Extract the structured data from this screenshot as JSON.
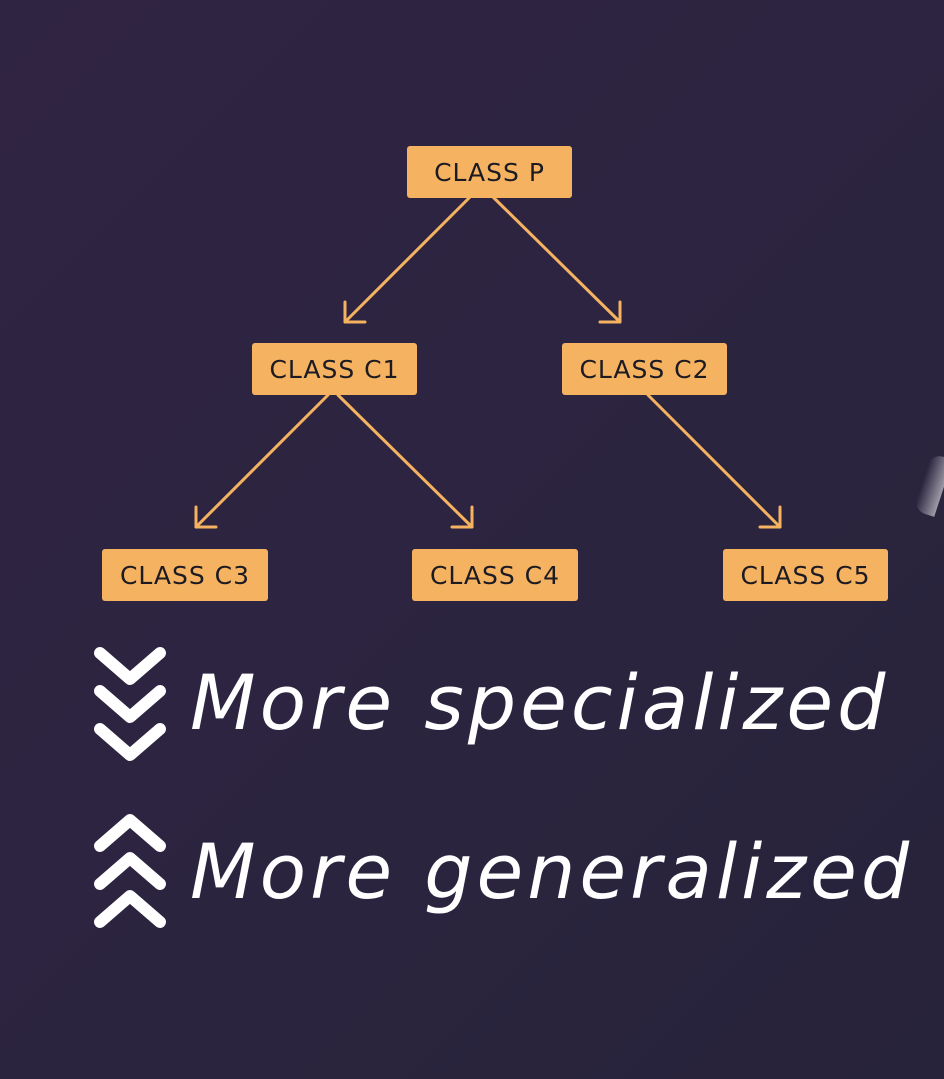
{
  "diagram": {
    "nodes": [
      {
        "id": "p",
        "label": "CLASS P"
      },
      {
        "id": "c1",
        "label": "CLASS C1"
      },
      {
        "id": "c2",
        "label": "CLASS C2"
      },
      {
        "id": "c3",
        "label": "CLASS C3"
      },
      {
        "id": "c4",
        "label": "CLASS C4"
      },
      {
        "id": "c5",
        "label": "CLASS C5"
      }
    ],
    "edges": [
      {
        "from": "p",
        "to": "c1"
      },
      {
        "from": "p",
        "to": "c2"
      },
      {
        "from": "c1",
        "to": "c3"
      },
      {
        "from": "c1",
        "to": "c4"
      },
      {
        "from": "c2",
        "to": "c5"
      }
    ],
    "node_color": "#f5b361",
    "edge_color": "#f5b361"
  },
  "legend": {
    "specialized": {
      "label": "More specialized",
      "icon": "triple-chevron-down-icon"
    },
    "generalized": {
      "label": "More generalized",
      "icon": "triple-chevron-up-icon"
    }
  }
}
